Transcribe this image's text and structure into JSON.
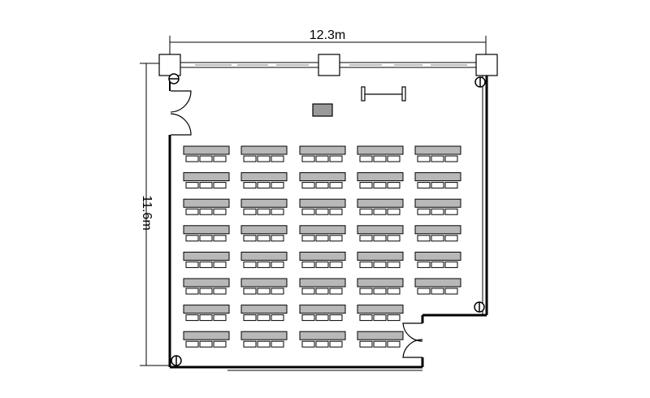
{
  "dimensions": {
    "width_label": "12.3m",
    "height_label": "11.6m"
  },
  "layout": {
    "table_columns": 5,
    "table_rows": [
      5,
      5,
      5,
      5,
      5,
      5,
      4,
      4
    ],
    "seats_per_table": 3
  },
  "colors": {
    "table_fill": "#b8b8b8",
    "seat_fill": "#ffffff",
    "line": "#000000",
    "window": "#bdbdbd"
  }
}
